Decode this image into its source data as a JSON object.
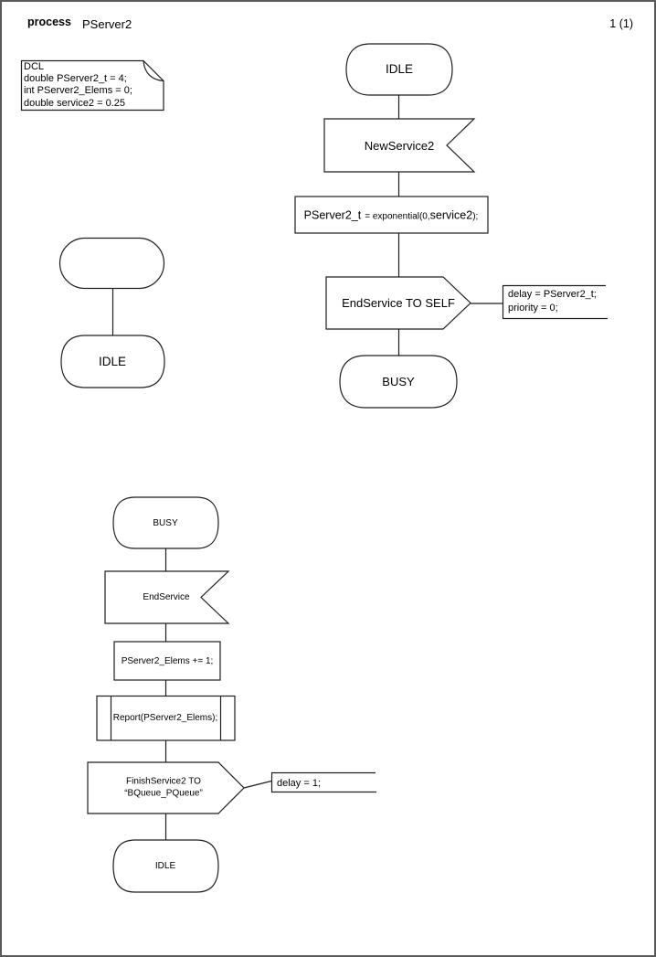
{
  "header": {
    "keyword": "process",
    "process_name": "PServer2",
    "page_number": "1 (1)"
  },
  "colors": {
    "stroke": "#1f1f1f",
    "page_border": "#5a5a5a",
    "background": "#ffffff",
    "text": "#000000"
  },
  "declarations": {
    "lines": [
      "DCL",
      "double PServer2_t = 4;",
      "int PServer2_Elems = 0;",
      "double service2 = 0.25"
    ]
  },
  "flow_top": {
    "state_idle_start": "IDLE",
    "input_signal": "NewService2",
    "task_set_time": {
      "parts": [
        "PServer2_t",
        "= exponential(0,",
        "service2",
        ");"
      ]
    },
    "output_signal": "EndService TO SELF",
    "comment": {
      "lines": [
        "delay = PServer2_t;",
        "priority = 0;"
      ]
    },
    "state_busy_end": "BUSY"
  },
  "flow_left": {
    "state_blank": "",
    "state_idle": "IDLE"
  },
  "flow_bottom": {
    "state_busy_start": "BUSY",
    "input_signal": "EndService",
    "task_increment": "PServer2_Elems += 1;",
    "procedure_call": "Report(PServer2_Elems);",
    "output_signal": {
      "lines": [
        "FinishService2 TO",
        "“BQueue_PQueue”"
      ]
    },
    "comment": {
      "lines": [
        "delay = 1;"
      ]
    },
    "state_idle_end": "IDLE"
  }
}
